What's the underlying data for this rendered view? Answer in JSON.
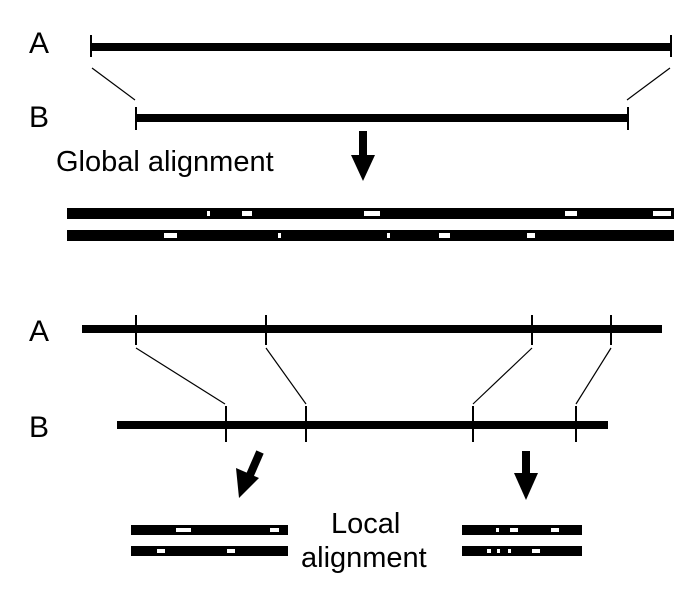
{
  "global_section": {
    "seq_a_label": "A",
    "seq_b_label": "B",
    "caption": "Global alignment"
  },
  "local_section": {
    "seq_a_label": "A",
    "seq_b_label": "B",
    "caption_line1": "Local",
    "caption_line2": "alignment"
  },
  "colors": {
    "line": "#000000",
    "background": "#ffffff",
    "gap": "#ffffff"
  }
}
